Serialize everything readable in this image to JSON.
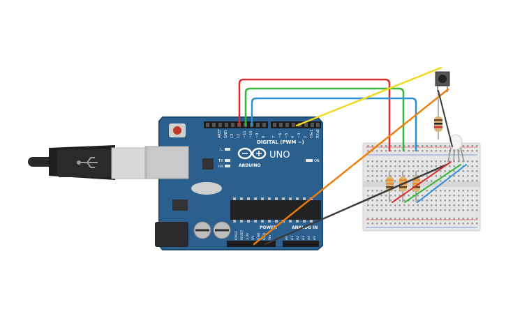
{
  "board": {
    "header_digital": "DIGITAL (PWM ~)",
    "brand": "ARDUINO",
    "model": "UNO",
    "on_label": "ON",
    "l_label": "L",
    "tx_label": "TX",
    "rx_label": "RX",
    "power_label": "POWER",
    "analog_label": "ANALOG IN",
    "top_pins": [
      "AREF",
      "GND",
      "13",
      "12",
      "~11",
      "~10",
      "~9",
      "8",
      "7",
      "~6",
      "~5",
      "4",
      "~3",
      "2",
      "TX▸1",
      "RX◂0"
    ],
    "bottom_power_pins": [
      "IOREF",
      "RESET",
      "3.3V",
      "5V",
      "GND",
      "GND",
      "Vin"
    ],
    "bottom_analog_pins": [
      "A0",
      "A1",
      "A2",
      "A3",
      "A4",
      "A5"
    ]
  },
  "colors": {
    "board": "#2b5f8d",
    "board_edge": "#1e4a72",
    "wire_red": "#d92c2c",
    "wire_green": "#35b53a",
    "wire_blue": "#2f8fd8",
    "wire_yellow": "#f2d91d",
    "wire_orange": "#ef7d0a",
    "wire_black": "#3a3a3a",
    "breadboard": "#e6e6e6"
  },
  "components": {
    "usb_cable": "usb-cable",
    "push_button": "push-button",
    "resistors": [
      "resistor-1",
      "resistor-2",
      "resistor-3",
      "resistor-4"
    ],
    "rgb_led": "rgb-led"
  }
}
